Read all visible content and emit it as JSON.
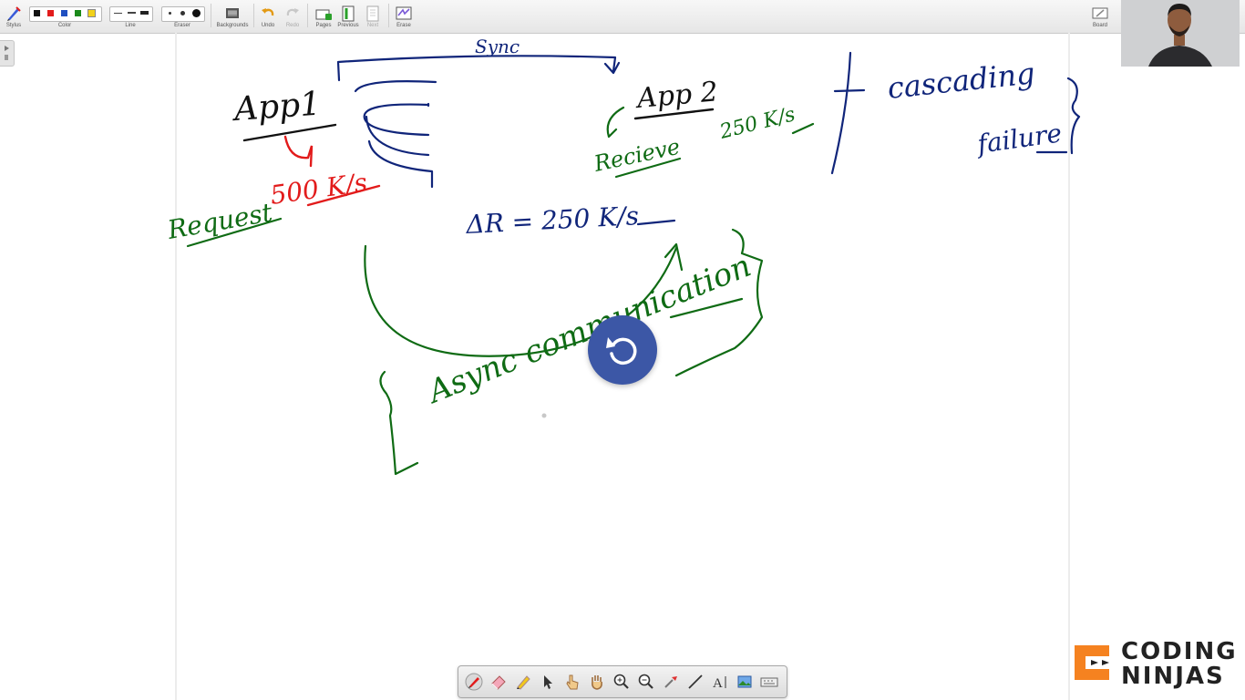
{
  "toolbar": {
    "stylus_label": "Stylus",
    "color_label": "Color",
    "line_label": "Line",
    "eraser_label": "Eraser",
    "backgrounds_label": "Backgrounds",
    "undo_label": "Undo",
    "redo_label": "Redo",
    "pages_label": "Pages",
    "previous_label": "Previous",
    "next_label": "Next",
    "erase_label": "Erase",
    "board_label": "Board",
    "colors": [
      "#111111",
      "#e21b1b",
      "#1f4fc0",
      "#1a8a1a",
      "#f2d21b"
    ],
    "selected_color": "#f2d21b"
  },
  "whiteboard": {
    "sync": "Sync",
    "app1": "App1",
    "app2": "App 2",
    "request": "Request",
    "rate_500": "500 K/s",
    "receive": "Recieve",
    "rate_250": "250 K/s",
    "delta": "ΔR = 250 K/s",
    "cascading_line1": "cascading",
    "cascading_line2": "failure",
    "async": "Async communication"
  },
  "overlay": {
    "replay_icon": "replay-icon"
  },
  "bottom_palette": {
    "tools": [
      "pen-tool-icon",
      "eraser-tool-icon",
      "highlighter-tool-icon",
      "pointer-tool-icon",
      "hand-pointer-icon",
      "hand-pan-icon",
      "zoom-in-icon",
      "zoom-out-icon",
      "eyedropper-icon",
      "line-tool-icon",
      "text-tool-icon",
      "image-tool-icon",
      "keyboard-icon"
    ]
  },
  "logo": {
    "line1": "CODING",
    "line2": "NINJAS",
    "brand_color": "#f58220"
  }
}
